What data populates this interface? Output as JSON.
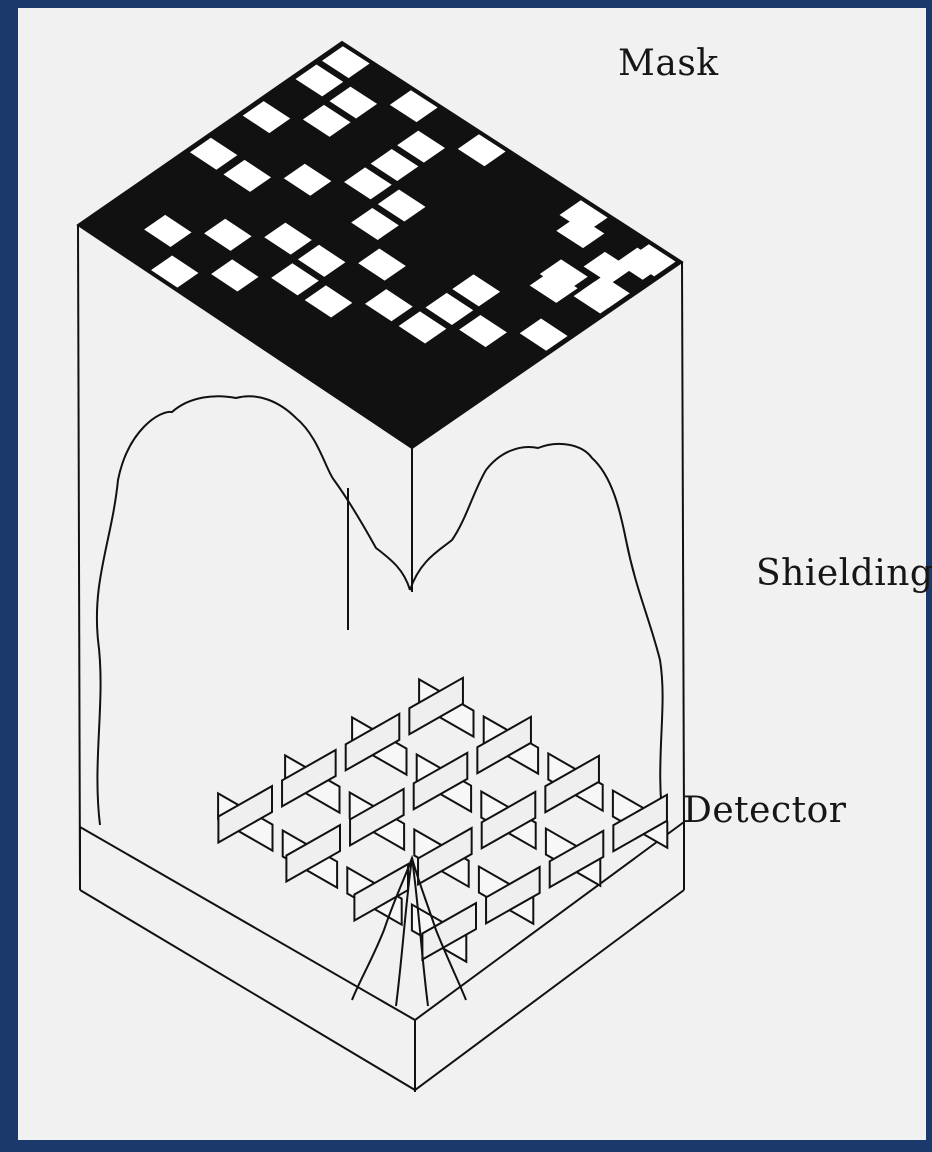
{
  "labels": {
    "mask": "Mask",
    "shielding": "Shielding",
    "detector": "Detector"
  },
  "colors": {
    "frame": "#1b3a6b",
    "background": "#f1f1f1",
    "ink": "#111111"
  },
  "mask_pattern": [
    "0010000000",
    "0101000000",
    "0010110000",
    "0001101100",
    "1100010110",
    "0010100101",
    "1001100000",
    "0101000011",
    "1101000000",
    "1010100101"
  ]
}
